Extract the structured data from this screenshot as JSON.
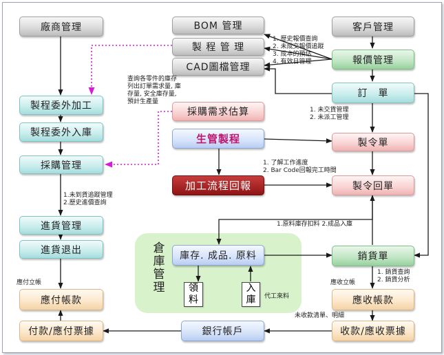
{
  "nodes": {
    "vendor_mgmt": "廠商管理",
    "bom_mgmt": "BOM 管理",
    "process_mgmt": "製 程 管 理",
    "cad_mgmt": "CAD圖檔管理",
    "customer_mgmt": "客戶管理",
    "quote_mgmt": "報價管理",
    "order": "訂　單",
    "outsource_process": "製程委外加工",
    "outsource_in": "製程委外入庫",
    "purchase_estimate": "採購需求估算",
    "production_control": "生管製程",
    "work_order": "製令單",
    "purchase_mgmt": "採購管理",
    "process_report": "加工流程回報",
    "work_order_return": "製令回單",
    "receiving_mgmt": "進貨管理",
    "receiving_return": "進貨退出",
    "inventory": "庫存. 成品. 原料",
    "warehouse_title": "倉庫管理",
    "issue_material": "領料",
    "stock_in": "入庫",
    "sales_order": "銷貨單",
    "payable": "應付帳款",
    "receivable": "應收帳款",
    "payment_voucher": "付款/應付票據",
    "bank_account": "銀行帳戶",
    "receipt_voucher": "收款/應收票據"
  },
  "notes": {
    "order_info": [
      "1. 歷史報價查詢",
      "2. 未成交報價追蹤",
      "3. 成本的預估",
      "4. 有效日管理"
    ],
    "purchase_estimate_info": [
      "查詢各零件的庫存",
      "列出訂單需求量, 庫",
      "存量, 安全庫存量,",
      "預計生產量"
    ],
    "order_tracking": [
      "1.  未交貨管理",
      "2.  未派工管理"
    ],
    "progress_info": [
      "1. 了解工作進度",
      "2.  Bar Code回報完工時間"
    ],
    "receiving_info": [
      "1.未到貨追蹤管理",
      "2.歷史進價查詢"
    ],
    "stock_info": "1.原料庫存扣料 2.成品入庫",
    "sales_info": [
      "1. 銷貨查詢",
      "2. 銷貨分析"
    ],
    "payable_label": "應付立帳",
    "receivable_label": "應收立帳",
    "outsourced_label": "代工來料",
    "uncollected_label": "未收款清單、明細"
  },
  "colors": {
    "arrow": "#1a1a1a",
    "dotted_link": "#d81ad8",
    "production_control_text": "#c0146e",
    "warehouse_bg": "#d8f2cc",
    "report_box": "#a31c1c"
  }
}
